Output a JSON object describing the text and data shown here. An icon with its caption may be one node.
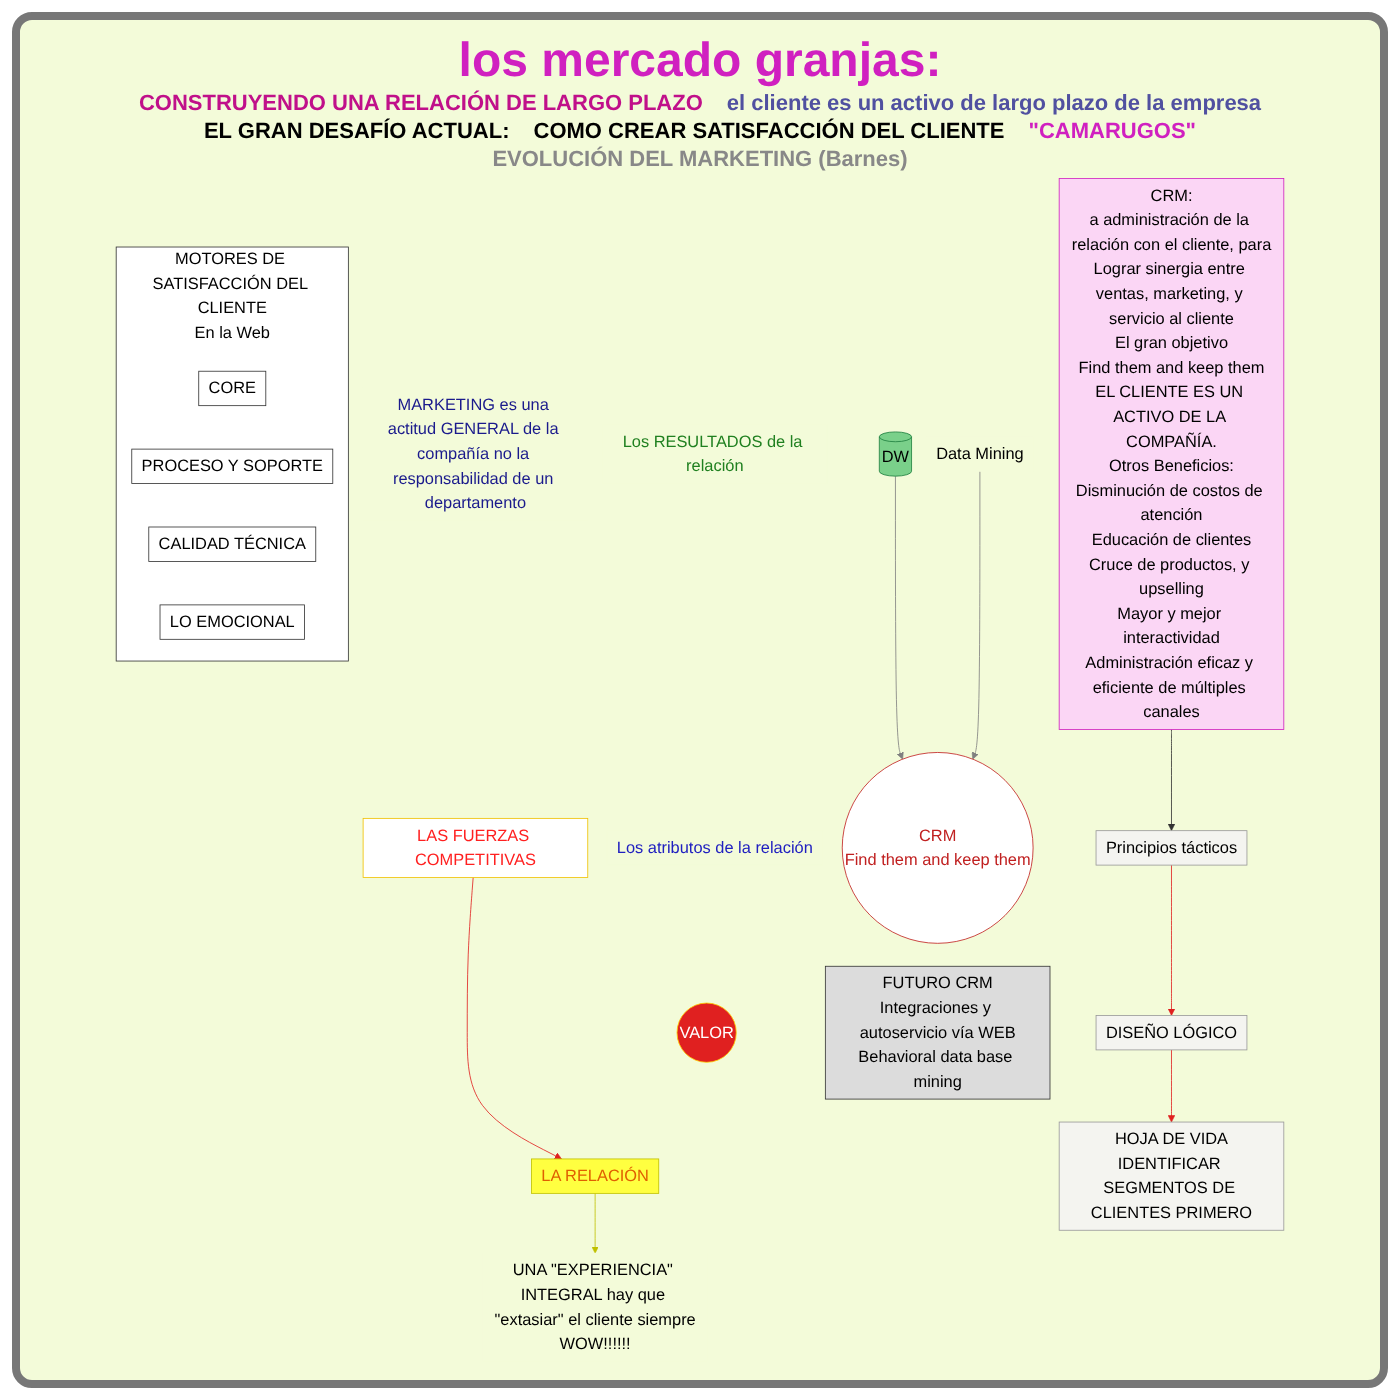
{
  "diagram": {
    "title": "los mercado granjas:",
    "nodes": [
      {
        "text": [
          "MARKETING es una actitud GENERAL de la compañía no la responsabilidad de un departamento"
        ]
      },
      {
        "text": [
          "LAS FUERZAS COMPETITIVAS"
        ]
      },
      {
        "text": [
          "Los RESULTADOS de la relación"
        ]
      },
      {
        "text": [
          "Los atributos de la relación"
        ]
      },
      {
        "text": [
          "VALOR"
        ]
      },
      {
        "text": [
          "LA RELACIÓN"
        ]
      },
      {
        "text": [
          "UNA \"EXPERIENCIA\" INTEGRAL hay que \"extasiar\" el cliente siempre",
          "WOW!!!!!!"
        ]
      },
      {
        "text": [
          "CRM:",
          "a administración de la relación con el cliente, para",
          "Lograr sinergia entre ventas, marketing, y servicio al cliente",
          "El gran objetivo",
          "Find them and keep them",
          "EL CLIENTE ES UN ACTIVO DE LA COMPAÑÍA.",
          "Otros Beneficios:",
          "Disminución de costos de atención",
          "Educación de clientes",
          "Cruce de productos, y upselling",
          "Mayor y mejor interactividad",
          "Administración eficaz y eficiente de múltiples canales"
        ]
      },
      {
        "text": [
          "Data Mining"
        ]
      },
      {
        "text": [
          "CRM",
          "Find them and keep them"
        ]
      },
      {
        "text": [
          "DW"
        ]
      },
      {
        "text": [
          "Principios tácticos"
        ]
      },
      {
        "text": [
          "DISEÑO LÓGICO"
        ]
      },
      {
        "text": [
          "HOJA DE VIDA",
          "IDENTIFICAR SEGMENTOS DE CLIENTES PRIMERO"
        ]
      },
      {
        "text": [
          "FUTURO CRM",
          "Integraciones y autoservicio vía WEB",
          "Behavioral data base mining"
        ]
      },
      {
        "text": [
          "MOTORES DE SATISFACCIÓN DEL CLIENTE",
          "En la Web"
        ]
      },
      {
        "text": [
          "CORE"
        ],
        "in": 15
      },
      {
        "text": [
          "PROCESO Y SOPORTE"
        ],
        "in": 15
      },
      {
        "text": [
          "CALIDAD TÉCNICA"
        ],
        "in": 15
      },
      {
        "text": [
          "LO EMOCIONAL"
        ],
        "in": 15
      }
    ],
    "edges": [
      {
        "from": 1,
        "to": 5,
        "arrow": "to",
        "color": "#e02020"
      },
      {
        "from": 5,
        "to": 6,
        "arrow": "to",
        "color": "#c0c000"
      },
      {
        "from": 7,
        "to": 11,
        "arrow": "to",
        "color": "#333333"
      },
      {
        "from": 11,
        "to": 12,
        "arrow": "to",
        "color": "#e02020"
      },
      {
        "from": 12,
        "to": 13,
        "arrow": "to",
        "color": "#e02020"
      },
      {
        "from": 10,
        "to": 9,
        "arrow": "to",
        "color": "#808080"
      },
      {
        "from": 8,
        "to": 9,
        "arrow": "to",
        "color": "#808080"
      }
    ],
    "labels": [
      "CONSTRUYENDO UNA RELACIÓN DE LARGO PLAZO",
      "el cliente es un activo de largo plazo de la empresa",
      "EL GRAN DESAFÍO ACTUAL:",
      "COMO CREAR SATISFACCIÓN DEL CLIENTE",
      "\"CAMARUGOS\"",
      "EVOLUCIÓN DEL MARKETING (Barnes)"
    ]
  }
}
